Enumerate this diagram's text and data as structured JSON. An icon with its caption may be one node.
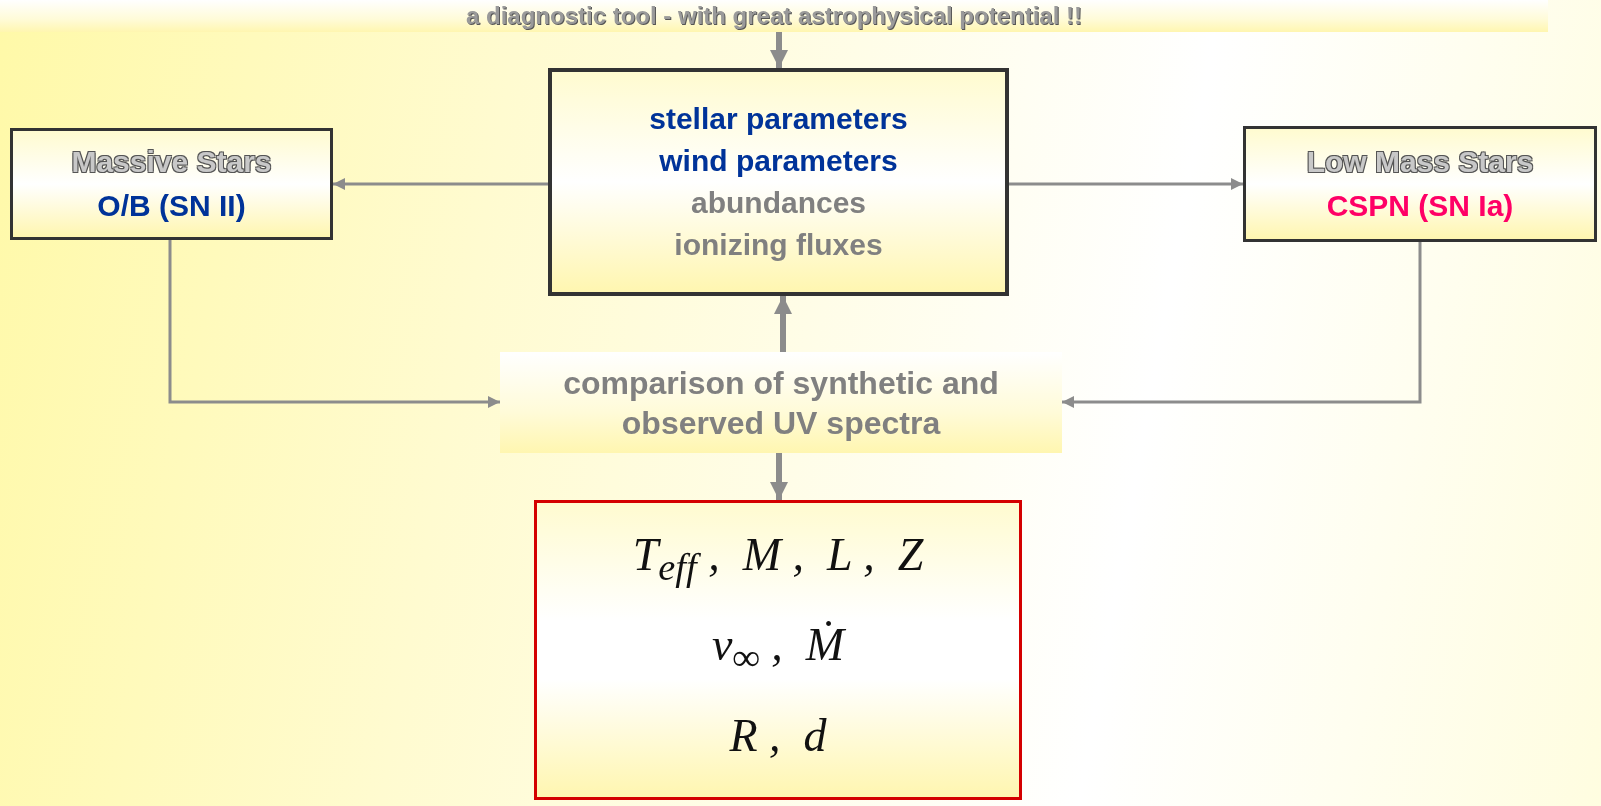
{
  "diagram": {
    "nodes": [
      {
        "text": [
          "a diagnostic tool - with great astrophysical potential !!"
        ]
      },
      {
        "text": [
          "stellar parameters",
          "wind parameters",
          "abundances",
          "ionizing fluxes"
        ]
      },
      {
        "text": [
          "Massive Stars",
          "O/B (SN II)"
        ]
      },
      {
        "text": [
          "Low Mass Stars",
          "CSPN (SN Ia)"
        ]
      },
      {
        "text": [
          "comparison of synthetic and observed UV spectra"
        ]
      },
      {
        "text": [
          "T$_{eff}$ ,  M ,  L ,  Z",
          "v$_{∞}$ ,  Ṁ",
          "R ,  d"
        ]
      }
    ],
    "edges": [
      {
        "from": 0,
        "to": 1,
        "arrow": "to",
        "style": "thick"
      },
      {
        "from": 1,
        "to": 2,
        "arrow": "to"
      },
      {
        "from": 1,
        "to": 3,
        "arrow": "to"
      },
      {
        "from": 4,
        "to": 1,
        "arrow": "to",
        "style": "thick"
      },
      {
        "from": 2,
        "to": 4,
        "arrow": "to"
      },
      {
        "from": 3,
        "to": 4,
        "arrow": "to"
      },
      {
        "from": 4,
        "to": 5,
        "arrow": "to",
        "style": "thick"
      }
    ]
  }
}
